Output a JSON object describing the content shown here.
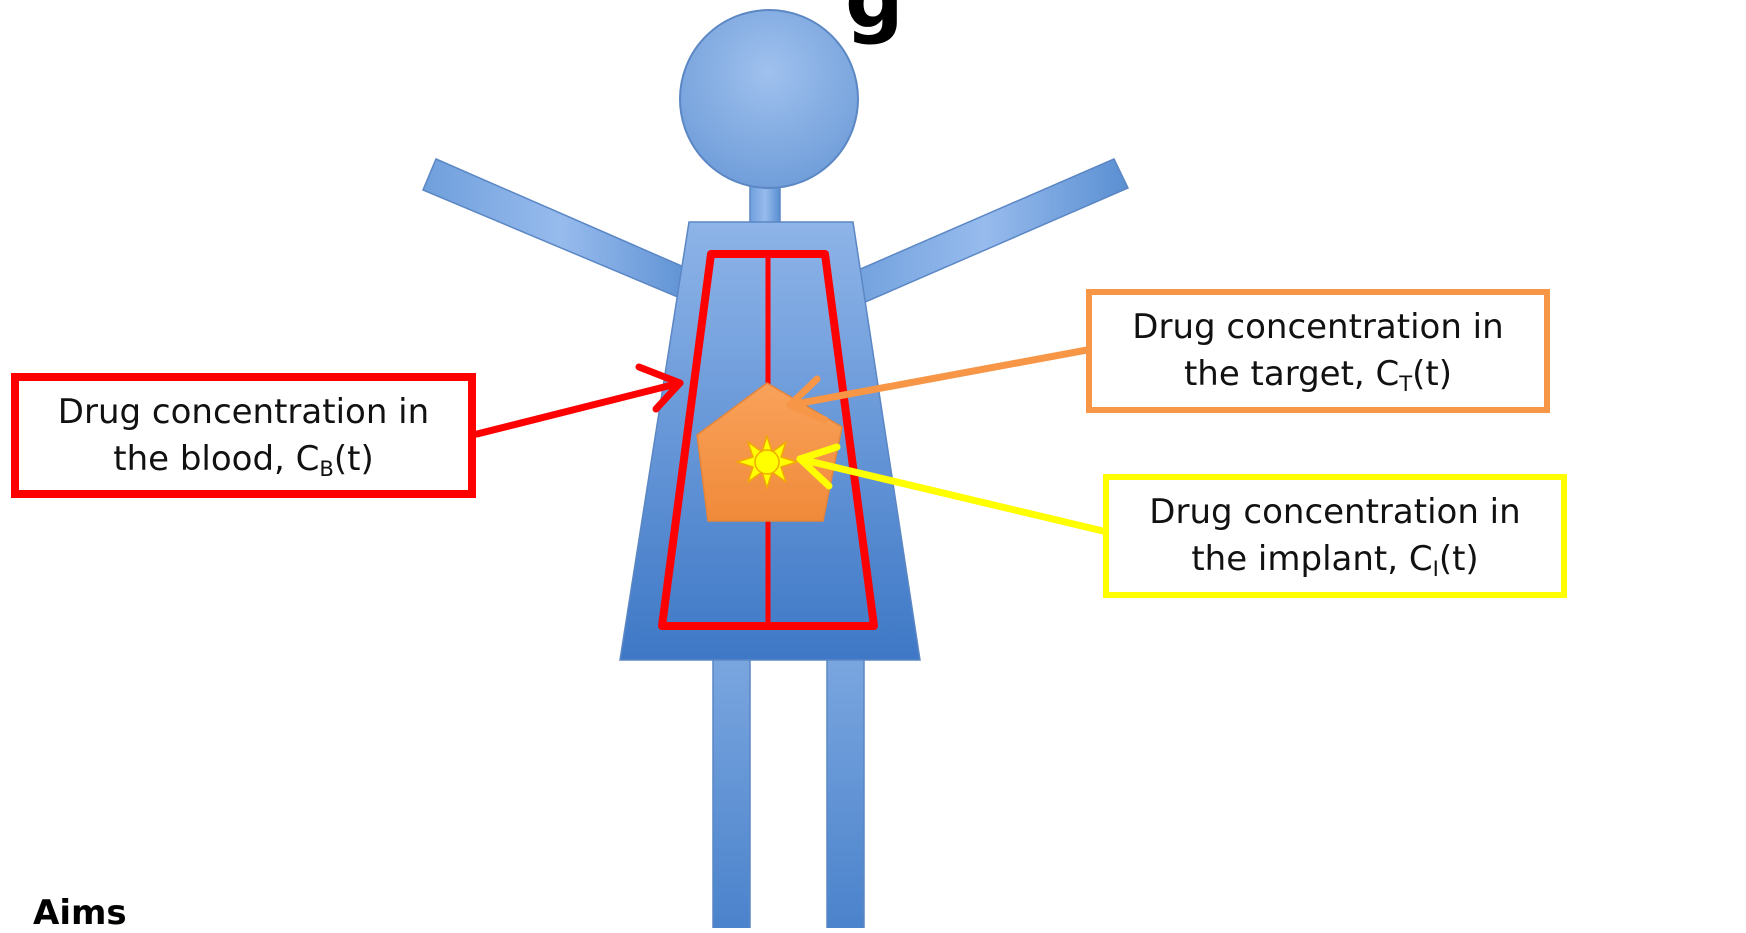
{
  "header": {
    "title_fragment": "g"
  },
  "labels": {
    "blood": {
      "line1": "Drug concentration in",
      "line2_prefix": "the blood, C",
      "subscript": "B",
      "suffix": "(t)"
    },
    "target": {
      "line1": "Drug concentration in",
      "line2_prefix": "the target, C",
      "subscript": "T",
      "suffix": "(t)"
    },
    "implant": {
      "line1": "Drug concentration in",
      "line2_prefix": "the implant, C",
      "subscript": "I",
      "suffix": "(t)"
    }
  },
  "footer": {
    "aims_heading": "Aims"
  },
  "colors": {
    "body_fill": "#4f81bd",
    "body_fill_light": "#8eb4e8",
    "blood_outline": "#ff0000",
    "target_fill": "#f79646",
    "implant_fill": "#ffff00",
    "implant_outline": "#f2a900"
  }
}
